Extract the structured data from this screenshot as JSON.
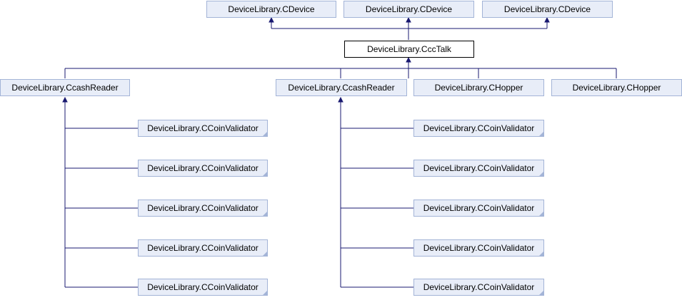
{
  "nodes": {
    "cdevice_1": "DeviceLibrary.CDevice",
    "cdevice_2": "DeviceLibrary.CDevice",
    "cdevice_3": "DeviceLibrary.CDevice",
    "ccctalk": "DeviceLibrary.CccTalk",
    "ccashreader_1": "DeviceLibrary.CcashReader",
    "ccashreader_2": "DeviceLibrary.CcashReader",
    "chopper_1": "DeviceLibrary.CHopper",
    "chopper_2": "DeviceLibrary.CHopper",
    "validators_left": [
      "DeviceLibrary.CCoinValidator",
      "DeviceLibrary.CCoinValidator",
      "DeviceLibrary.CCoinValidator",
      "DeviceLibrary.CCoinValidator",
      "DeviceLibrary.CCoinValidator"
    ],
    "validators_right": [
      "DeviceLibrary.CCoinValidator",
      "DeviceLibrary.CCoinValidator",
      "DeviceLibrary.CCoinValidator",
      "DeviceLibrary.CCoinValidator",
      "DeviceLibrary.CCoinValidator"
    ]
  },
  "colors": {
    "edge": "#191970",
    "node_fill": "#e8edf8",
    "node_border": "#a3b4d7",
    "current_fill": "#ffffff",
    "current_border": "#000000"
  }
}
